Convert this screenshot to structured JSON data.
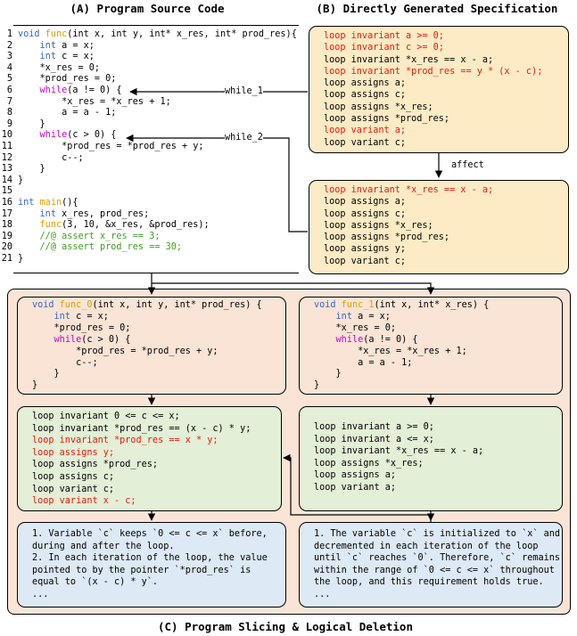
{
  "headers": {
    "a": "(A) Program Source Code",
    "b": "(B) Directly Generated Specification",
    "c": "(C) Program Slicing & Logical Deletion"
  },
  "source_lines": [
    {
      "n": "1",
      "t": [
        [
          "void ",
          "blue"
        ],
        [
          "func",
          "or"
        ],
        [
          "(int x, int y, int* x_res, int* prod_res){",
          ""
        ]
      ]
    },
    {
      "n": "2",
      "t": [
        [
          "    ",
          ""
        ],
        [
          "int",
          "blue"
        ],
        [
          " a = x;",
          ""
        ]
      ]
    },
    {
      "n": "3",
      "t": [
        [
          "    ",
          ""
        ],
        [
          "int",
          "blue"
        ],
        [
          " c = x;",
          ""
        ]
      ]
    },
    {
      "n": "4",
      "t": [
        [
          "    *x_res = 0;",
          ""
        ]
      ]
    },
    {
      "n": "5",
      "t": [
        [
          "    *prod_res = 0;",
          ""
        ]
      ]
    },
    {
      "n": "6",
      "t": [
        [
          "    ",
          ""
        ],
        [
          "while",
          "mg"
        ],
        [
          "(a != 0) {",
          ""
        ]
      ]
    },
    {
      "n": "7",
      "t": [
        [
          "        *x_res = *x_res + 1;",
          ""
        ]
      ]
    },
    {
      "n": "8",
      "t": [
        [
          "        a = a - 1;",
          ""
        ]
      ]
    },
    {
      "n": "9",
      "t": [
        [
          "    }",
          ""
        ]
      ]
    },
    {
      "n": "10",
      "t": [
        [
          "    ",
          ""
        ],
        [
          "while",
          "mg"
        ],
        [
          "(c > 0) {",
          ""
        ]
      ]
    },
    {
      "n": "11",
      "t": [
        [
          "        *prod_res = *prod_res + y;",
          ""
        ]
      ]
    },
    {
      "n": "12",
      "t": [
        [
          "        c--;",
          ""
        ]
      ]
    },
    {
      "n": "13",
      "t": [
        [
          "    }",
          ""
        ]
      ]
    },
    {
      "n": "14",
      "t": [
        [
          "}",
          ""
        ]
      ]
    },
    {
      "n": "15",
      "t": [
        [
          "",
          ""
        ]
      ]
    },
    {
      "n": "16",
      "t": [
        [
          "int ",
          "blue"
        ],
        [
          "main",
          "or"
        ],
        [
          "(){",
          ""
        ]
      ]
    },
    {
      "n": "17",
      "t": [
        [
          "    ",
          ""
        ],
        [
          "int",
          "blue"
        ],
        [
          " x_res, prod_res;",
          ""
        ]
      ]
    },
    {
      "n": "18",
      "t": [
        [
          "    ",
          ""
        ],
        [
          "func",
          "or"
        ],
        [
          "(3, 10, &x_res, &prod_res);",
          ""
        ]
      ]
    },
    {
      "n": "19",
      "t": [
        [
          "    //@ assert x_res == 3;",
          "gr"
        ]
      ]
    },
    {
      "n": "20",
      "t": [
        [
          "    //@ assert prod_res == 30;",
          "gr"
        ]
      ]
    },
    {
      "n": "21",
      "t": [
        [
          "}",
          ""
        ]
      ]
    }
  ],
  "labels": {
    "while1": "while_1",
    "while2": "while_2",
    "affect": "affect"
  },
  "spec_direct": [
    [
      "loop invariant a >= 0;",
      "red"
    ],
    [
      "loop invariant c >= 0;",
      "red"
    ],
    [
      "loop invariant *x_res == x - a;",
      ""
    ],
    [
      "loop invariant *prod_res == y * (x - c);",
      "red"
    ],
    [
      "loop assigns a;",
      ""
    ],
    [
      "loop assigns c;",
      ""
    ],
    [
      "loop assigns *x_res;",
      ""
    ],
    [
      "loop assigns *prod_res;",
      ""
    ],
    [
      "loop variant a;",
      "red"
    ],
    [
      "loop variant c;",
      ""
    ]
  ],
  "spec_affected": [
    [
      "loop invariant *x_res == x - a;",
      "red"
    ],
    [
      "loop assigns a;",
      ""
    ],
    [
      "loop assigns c;",
      ""
    ],
    [
      "loop assigns *x_res;",
      ""
    ],
    [
      "loop assigns *prod_res;",
      ""
    ],
    [
      "loop assigns y;",
      ""
    ],
    [
      "loop variant c;",
      ""
    ]
  ],
  "func0": [
    [
      [
        "void ",
        "blue"
      ],
      [
        "func_0",
        "or"
      ],
      [
        "(int x, int y, int* prod_res) {",
        ""
      ]
    ],
    [
      [
        "    ",
        ""
      ],
      [
        "int",
        "blue"
      ],
      [
        " c = x;",
        ""
      ]
    ],
    [
      [
        "    *prod_res = 0;",
        ""
      ]
    ],
    [
      [
        "    ",
        ""
      ],
      [
        "while",
        "mg"
      ],
      [
        "(c > 0) {",
        ""
      ]
    ],
    [
      [
        "        *prod_res = *prod_res + y;",
        ""
      ]
    ],
    [
      [
        "        c--;",
        ""
      ]
    ],
    [
      [
        "    }",
        ""
      ]
    ],
    [
      [
        "}",
        ""
      ]
    ]
  ],
  "func1": [
    [
      [
        "void ",
        "blue"
      ],
      [
        "func_1",
        "or"
      ],
      [
        "(int x, int* x_res) {",
        ""
      ]
    ],
    [
      [
        "    ",
        ""
      ],
      [
        "int",
        "blue"
      ],
      [
        " a = x;",
        ""
      ]
    ],
    [
      [
        "    *x_res = 0;",
        ""
      ]
    ],
    [
      [
        "    ",
        ""
      ],
      [
        "while",
        "mg"
      ],
      [
        "(a != 0) {",
        ""
      ]
    ],
    [
      [
        "        *x_res = *x_res + 1;",
        ""
      ]
    ],
    [
      [
        "        a = a - 1;",
        ""
      ]
    ],
    [
      [
        "    }",
        ""
      ]
    ],
    [
      [
        "}",
        ""
      ]
    ]
  ],
  "spec0": [
    [
      "loop invariant 0 <= c <= x;",
      ""
    ],
    [
      "loop invariant *prod_res == (x - c) * y;",
      ""
    ],
    [
      "loop invariant *prod_res == x * y;",
      "red"
    ],
    [
      "loop assigns y;",
      "red"
    ],
    [
      "loop assigns *prod_res;",
      ""
    ],
    [
      "loop assigns c;",
      ""
    ],
    [
      "loop variant c;",
      ""
    ],
    [
      "loop variant x - c;",
      "red"
    ]
  ],
  "spec1": [
    [
      "loop invariant a >= 0;",
      ""
    ],
    [
      "loop invariant a <= x;",
      ""
    ],
    [
      "loop invariant *x_res == x - a;",
      ""
    ],
    [
      "loop assigns *x_res;",
      ""
    ],
    [
      "loop assigns a;",
      ""
    ],
    [
      "loop variant a;",
      ""
    ]
  ],
  "expl0": [
    "1. Variable `c` keeps `0 <= c <= x` before,",
    "during and after the loop.",
    "2. In each iteration of the loop, the value",
    "pointed to by the pointer `*prod_res` is",
    "equal to `(x - c) * y`.",
    "..."
  ],
  "expl1": [
    "1. The variable `c` is initialized to `x` and",
    "decremented in each iteration of the loop",
    "until `c` reaches `0`. Therefore, `c` remains",
    "within the range of `0 <= c <= x` throughout",
    "the loop, and this requirement holds true.",
    "..."
  ],
  "colors": {
    "yellow": "#fdebc5",
    "peach": "#fae4d6",
    "green": "#e3efd6",
    "blue": "#dde9f5",
    "red": "#e8190c",
    "keyword": "#3a64c8",
    "func": "#e0a000",
    "while": "#c800c8",
    "comment": "#3e9d1f"
  }
}
